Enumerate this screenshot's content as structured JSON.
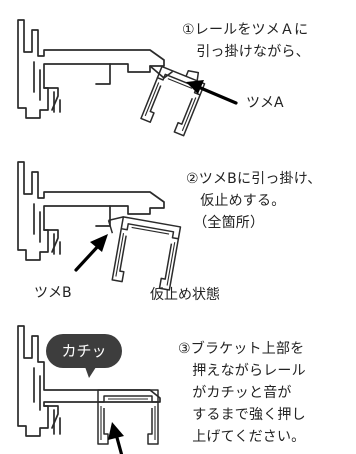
{
  "steps": [
    {
      "text_lines": [
        "①レールをツメＡに",
        "　引っ掛けながら、"
      ],
      "label": "ツメA"
    },
    {
      "text_lines": [
        "②ツメBに引っ掛け、",
        "　仮止めする。",
        "　（全箇所）"
      ],
      "label_left": "ツメB",
      "label_bottom": "仮止め状態"
    },
    {
      "text_lines": [
        "③ブラケット上部を",
        "　押えながらレール",
        "　がカチッと音が",
        "　するまで強く押し",
        "　上げてください。"
      ],
      "bubble": "カチッ"
    }
  ]
}
